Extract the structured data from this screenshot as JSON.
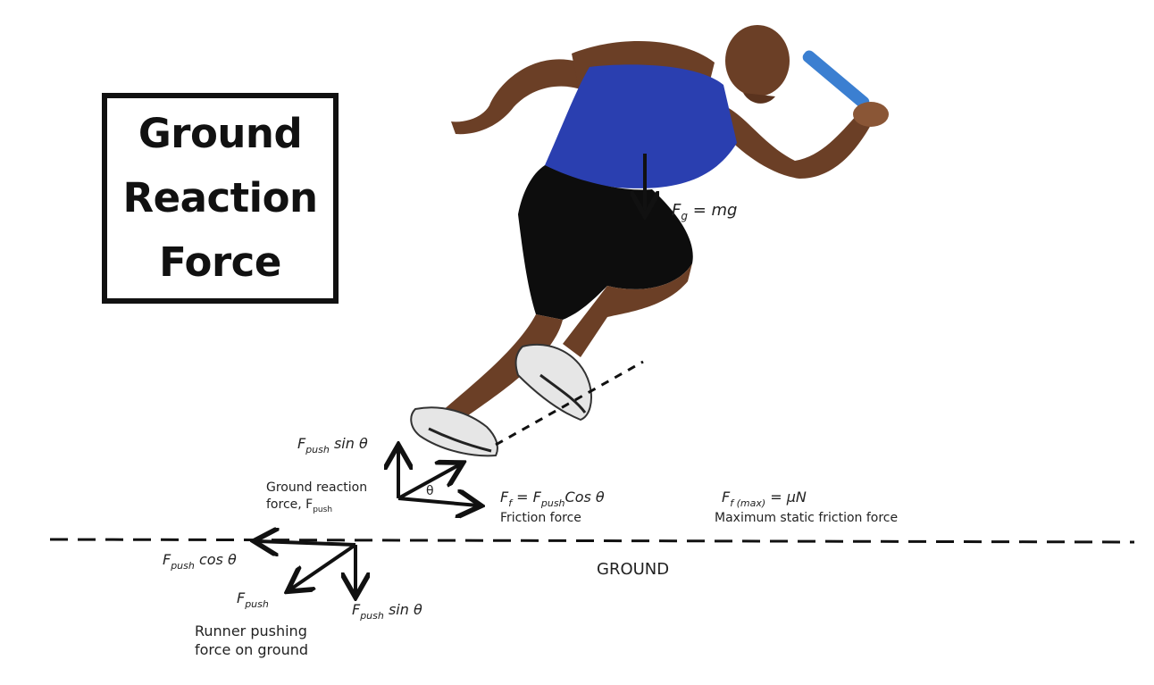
{
  "title": {
    "line1": "Ground",
    "line2": "Reaction",
    "line3": "Force"
  },
  "labels": {
    "gravity_f": "F",
    "gravity_sub": "g",
    "gravity_rest": " =  mg",
    "push_sin_upper_f": "F",
    "push_sin_upper_sub": "push",
    "push_sin_upper_rest": " sin θ",
    "theta": "θ",
    "grf_line1": "Ground reaction",
    "grf_line2": "force, F",
    "grf_sub": "push",
    "friction_f": "F",
    "friction_sub1": "f",
    "friction_eq": " = F",
    "friction_sub2": "push",
    "friction_rest": "Cos θ",
    "friction_caption": "Friction force",
    "fmax_f": "F",
    "fmax_sub": "f (max)",
    "fmax_rest": " = μN",
    "fmax_caption": "Maximum static friction force",
    "ground": "GROUND",
    "push_cos_f": "F",
    "push_cos_sub": "push",
    "push_cos_rest": " cos θ",
    "push_f": "F",
    "push_sub": "push",
    "push_sin_lower_f": "F",
    "push_sin_lower_sub": "push",
    "push_sin_lower_rest": " sin θ",
    "runner_caption_line1": "Runner pushing",
    "runner_caption_line2": "force on ground"
  },
  "colors": {
    "ink": "#111111",
    "skin": "#6b3f26",
    "skin_light": "#8a5636",
    "tank_top": "#2a3fb0",
    "shorts": "#0d0d0d",
    "shoe": "#e6e6e6",
    "baton": "#3b7fd1"
  }
}
